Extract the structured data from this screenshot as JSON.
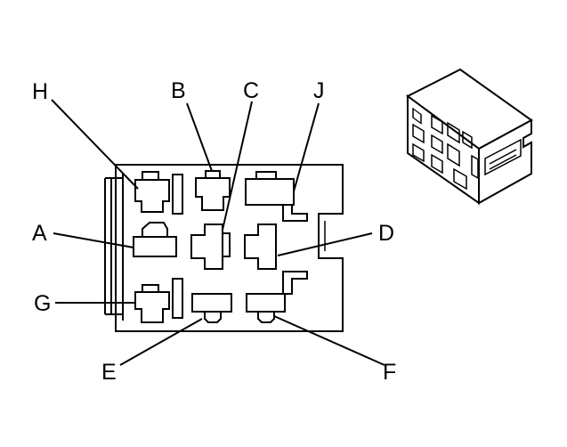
{
  "labels": {
    "h": "H",
    "b": "B",
    "c": "C",
    "j": "J",
    "a": "A",
    "d": "D",
    "g": "G",
    "e": "E",
    "f": "F"
  }
}
